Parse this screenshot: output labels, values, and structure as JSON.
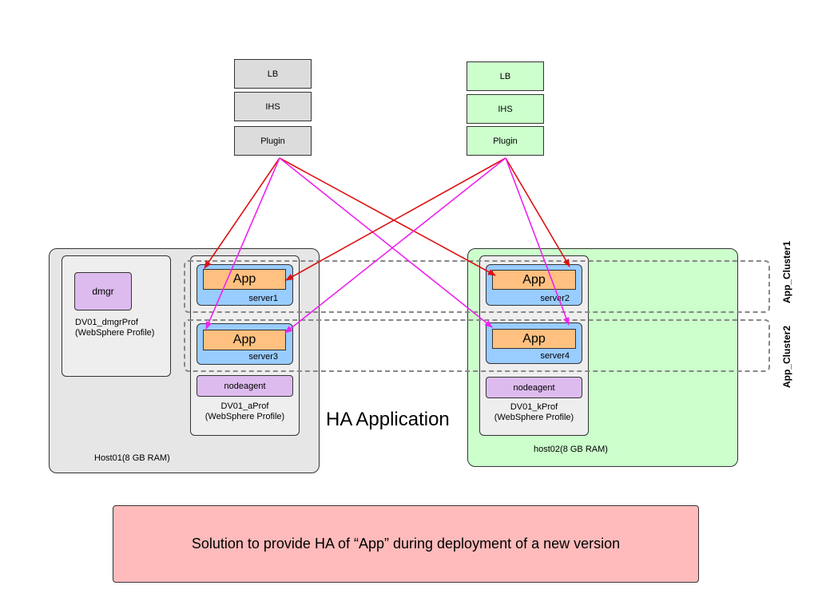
{
  "lb_stack_left": {
    "lb": "LB",
    "ihs": "IHS",
    "plugin": "Plugin"
  },
  "lb_stack_right": {
    "lb": "LB",
    "ihs": "IHS",
    "plugin": "Plugin"
  },
  "host01": {
    "label": "Host01(8 GB RAM)",
    "dmgr_profile": {
      "dmgr": "dmgr",
      "name": "DV01_dmgrProf",
      "type": "(WebSphere Profile)"
    },
    "app_profile": {
      "name": "DV01_aProf",
      "type": "(WebSphere Profile)",
      "nodeagent": "nodeagent",
      "servers": [
        {
          "app": "App",
          "server": "server1"
        },
        {
          "app": "App",
          "server": "server3"
        }
      ]
    }
  },
  "host02": {
    "label": "host02(8 GB RAM)",
    "app_profile": {
      "name": "DV01_kProf",
      "type": "(WebSphere Profile)",
      "nodeagent": "nodeagent",
      "servers": [
        {
          "app": "App",
          "server": "server2"
        },
        {
          "app": "App",
          "server": "server4"
        }
      ]
    }
  },
  "clusters": {
    "cluster1": "App_Cluster1",
    "cluster2": "App_Cluster2"
  },
  "center_title": "HA Application",
  "banner": "Solution to provide HA of “App” during deployment of a new version",
  "colors": {
    "red_arrow": "#dd1111",
    "magenta_arrow": "#ee22ee"
  }
}
